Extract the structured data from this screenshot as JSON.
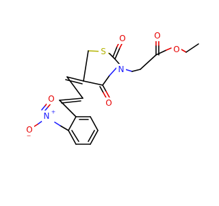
{
  "molecule": {
    "atoms": {
      "S": "S",
      "N_ring": "N",
      "O_top": "O",
      "O_bottom": "O",
      "O_ester_carbonyl": "O",
      "O_ester": "O",
      "N_nitro": "N",
      "O_nitro_1": "O",
      "O_nitro_2": "O"
    },
    "charges": {
      "N_nitro": "+",
      "O_nitro_2": "−"
    },
    "colors": {
      "oxygen": "#e60000",
      "nitrogen": "#1a1aff",
      "sulfur": "#b3b300",
      "carbon": "#000000"
    }
  }
}
